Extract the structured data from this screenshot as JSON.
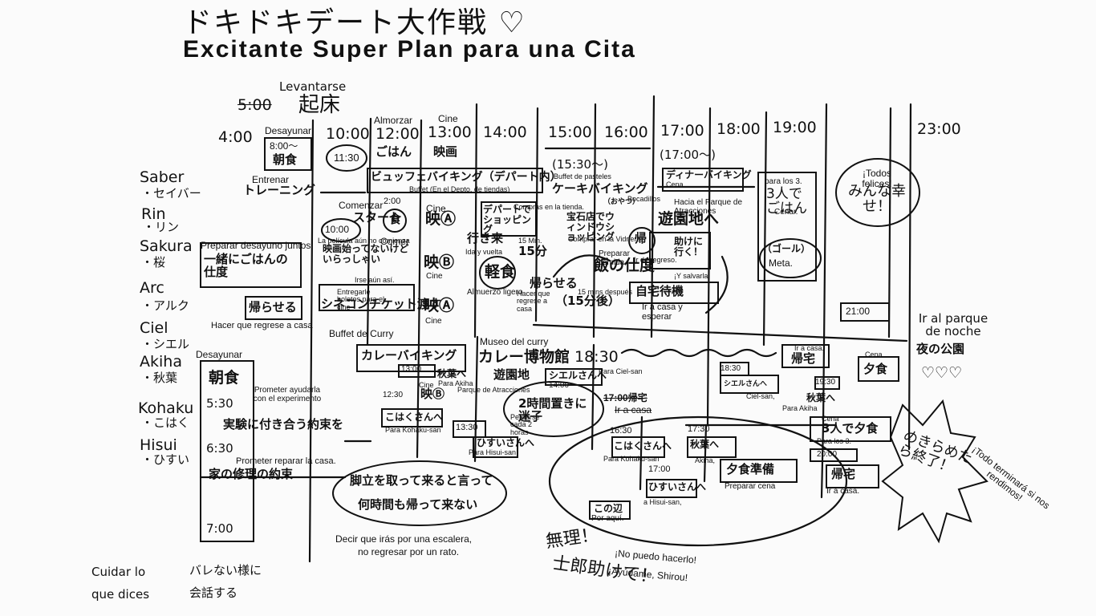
{
  "title": {
    "japanese": "ドキドキデート大作戦 ♡",
    "spanish": "Excitante Super Plan para una Cita"
  },
  "wake": {
    "label": "Levantarse",
    "struck": "5:00",
    "kanji": "起床"
  },
  "times": [
    "4:00",
    "10:00",
    "12:00",
    "13:00",
    "14:00",
    "15:00",
    "16:00",
    "17:00",
    "18:00",
    "19:00",
    "23:00"
  ],
  "time_labels": {
    "almorzar": "Almorzar",
    "cine": "Cine",
    "desayunar": "Desayunar"
  },
  "characters": [
    {
      "name": "Saber",
      "jp": "・セイバー"
    },
    {
      "name": "Rin",
      "jp": "・リン"
    },
    {
      "name": "Sakura",
      "jp": "・桜"
    },
    {
      "name": "Arc",
      "jp": "・アルク"
    },
    {
      "name": "Ciel",
      "jp": "・シエル"
    },
    {
      "name": "Akiha",
      "jp": "・秋葉"
    },
    {
      "name": "Kohaku",
      "jp": "・こはく"
    },
    {
      "name": "Hisui",
      "jp": "・ひすい"
    }
  ],
  "notes": {
    "breakfast_time": "8:00～",
    "breakfast_jp": "朝食",
    "training_label": "Entrenar",
    "training_jp": "トレーニング",
    "t1130": "11:30",
    "buffet_jp": "ビュッフェバイキング（デパート内）",
    "buffet_es": "Buffet (En el Depto. de tiendas)",
    "lunch_jp": "ごはん",
    "movie_jp": "映画",
    "t1530": "(15:30～)",
    "cake_es": "Buffet de pasteles",
    "cake_jp": "ケーキバイキング",
    "t1700": "(17:00～)",
    "dinner_jp": "ディナーバイキング",
    "dinner_es": "Cena.",
    "happy_es": "¡Todos felices!",
    "happy_jp": "みんな幸せ！",
    "t2200": "2:00",
    "comenzar": "Comenzar",
    "star_jp": "スタート",
    "food_jp": "食",
    "comer": "Comer",
    "cine_a": "映Ⓐ",
    "cine_b": "映Ⓑ",
    "cine": "Cine",
    "dept_jp": "デパートでショッピング",
    "dept_es": "Compras en la tienda.",
    "shop_jp": "宝石店でウィンドウショッピング",
    "shop_es": "Comprar en la Vidriera.",
    "bocadillos": "Bocadillos",
    "bocadillos_jp": "（おやつ）",
    "amusement_jp": "遊園地へ",
    "amusement_es": "Hacia el Parque de Atracciones",
    "para3": "para los 3.",
    "cena3_jp": "3人でごはん",
    "cenar": "Cenar.",
    "goal_jp": "（ゴール）",
    "meta": "Meta.",
    "t1000": "10:00",
    "movie_start_jp": "映画始ってないけどいらっしゃい",
    "movie_start_es": "La película aún no comienza",
    "leave_es": "Irse aún así.",
    "ida": "Ida y vuelta",
    "min15": "15 Min.",
    "min15_jp": "15分",
    "ikikaeri_jp": "行き来",
    "light_lunch_jp": "軽食",
    "light_lunch_es": "Almuerzo ligero",
    "home_jp": "帰らせる",
    "home_es": "Hacer que regrese a casa",
    "after15_jp": "（15分後）",
    "after15_es": "15 mins después",
    "prep_es": "Preparar comida",
    "prep_jp": "飯の仕度",
    "kaeru_jp": "帰",
    "regreso": "Ir de regreso.",
    "help_jp": "助けに行く！",
    "help_es": "¡Y salvarla!",
    "wait_jp": "自宅待機",
    "wait_es": "Ir a casa y esperar",
    "t2100": "21:00",
    "prep_breakfast_es": "Preparar desayuno juntos",
    "prep_breakfast_jp": "一緒にごはんの仕度",
    "tickets_es": "Entregarle boletos para el cine",
    "tickets_jp": "シネコンチケット渡す",
    "send_home_jp": "帰らせる",
    "send_home_es": "Hacer que regrese a casa",
    "curry_es": "Buffet de Curry",
    "curry_jp": "カレーバイキング",
    "curry_museum_es": "Museo del curry",
    "curry_museum_jp": "カレー博物館",
    "t1830": "18:30",
    "t1300": "13:00",
    "akiha_jp": "秋葉へ",
    "para_akiha": "Para Akiha",
    "amuse_jp": "遊園地",
    "amuse_es": "Parque de Atracciones",
    "t1400": "14:00",
    "ciel_jp": "シエルさんへ",
    "para_ciel": "Para Ciel-san",
    "t1230": "12:30",
    "cine_b2": "映Ⓑ",
    "cine2": "Cine",
    "lost_jp": "2時間置きに迷子",
    "lost_es": "Perderse cada 2 horas",
    "t1700b": "17:00帰宅",
    "home_es2": "Ir a casa",
    "kohaku_jp": "こはくさんへ",
    "para_kohaku": "Para Kohaku-san",
    "t1330": "13:30",
    "hisui_jp": "ひすいさんへ",
    "para_hisui": "Para Hisui-san",
    "t1630": "16:30",
    "kohaku2_jp": "こはくさんへ",
    "para_kohaku2": "Para Kohaku-san",
    "t1730": "17:30",
    "akiha2_jp": "秋葉へ",
    "akiha2_es": "Akiha,",
    "t1700c": "17:00",
    "hisui2_jp": "ひすいさんへ",
    "hisui2_es": "a Hisui-san,",
    "dinner_prep_jp": "夕食準備",
    "dinner_prep_es": "Preparar cena",
    "this_way_jp": "この辺",
    "this_way_es": "Por aquí.",
    "t1830b": "18:30",
    "ciel2_jp": "シエルさんへ",
    "ciel2_es": "Ciel-san,",
    "home2_es": "Ir a casa.",
    "home2_jp": "帰宅",
    "t1930": "19:30",
    "dinner_jp2": "夕食",
    "night_park_es": "Ir al parque de noche",
    "night_park_jp": "夜の公園",
    "hearts": "♡♡♡",
    "akiha3_jp": "秋葉へ",
    "para_akiha3": "Para Akiha",
    "cena_es": "Cena",
    "cena3b_jp": "3人で夕食",
    "para3b": "Para los 3.",
    "t2000": "20:00",
    "home3_jp": "帰宅",
    "home3_es": "Ir a casa.",
    "end_jp": "めきらめたら終了！",
    "end_es": "¡Todo terminará si nos rendimos!",
    "desayunar2": "Desayunar",
    "breakfast2_jp": "朝食",
    "t530": "5:30",
    "promise_es": "Prometer ayudarla con el experimento",
    "promise_jp": "実験に付き合う約束を",
    "t630": "6:30",
    "repair_es": "Prometer reparar la casa.",
    "repair_jp": "家の修理の約束",
    "ladder_jp1": "脚立を取って来ると言って",
    "ladder_jp2": "何時間も帰って来ない",
    "ladder_es1": "Decir que irás por una escalera,",
    "ladder_es2": "no regresar por un rato.",
    "t700": "7:00",
    "impossible_jp": "無理！",
    "shirou_jp": "士郎助けて！",
    "impossible_es1": "¡No puedo hacerlo!",
    "impossible_es2": "¡Ayúdame, Shirou!",
    "careful_es1": "Cuidar lo",
    "careful_es2": "que dices",
    "careful_jp1": "バレない様に",
    "careful_jp2": "会話する"
  },
  "colors": {
    "ink": "#111111",
    "paper": "#fbfbfb"
  }
}
